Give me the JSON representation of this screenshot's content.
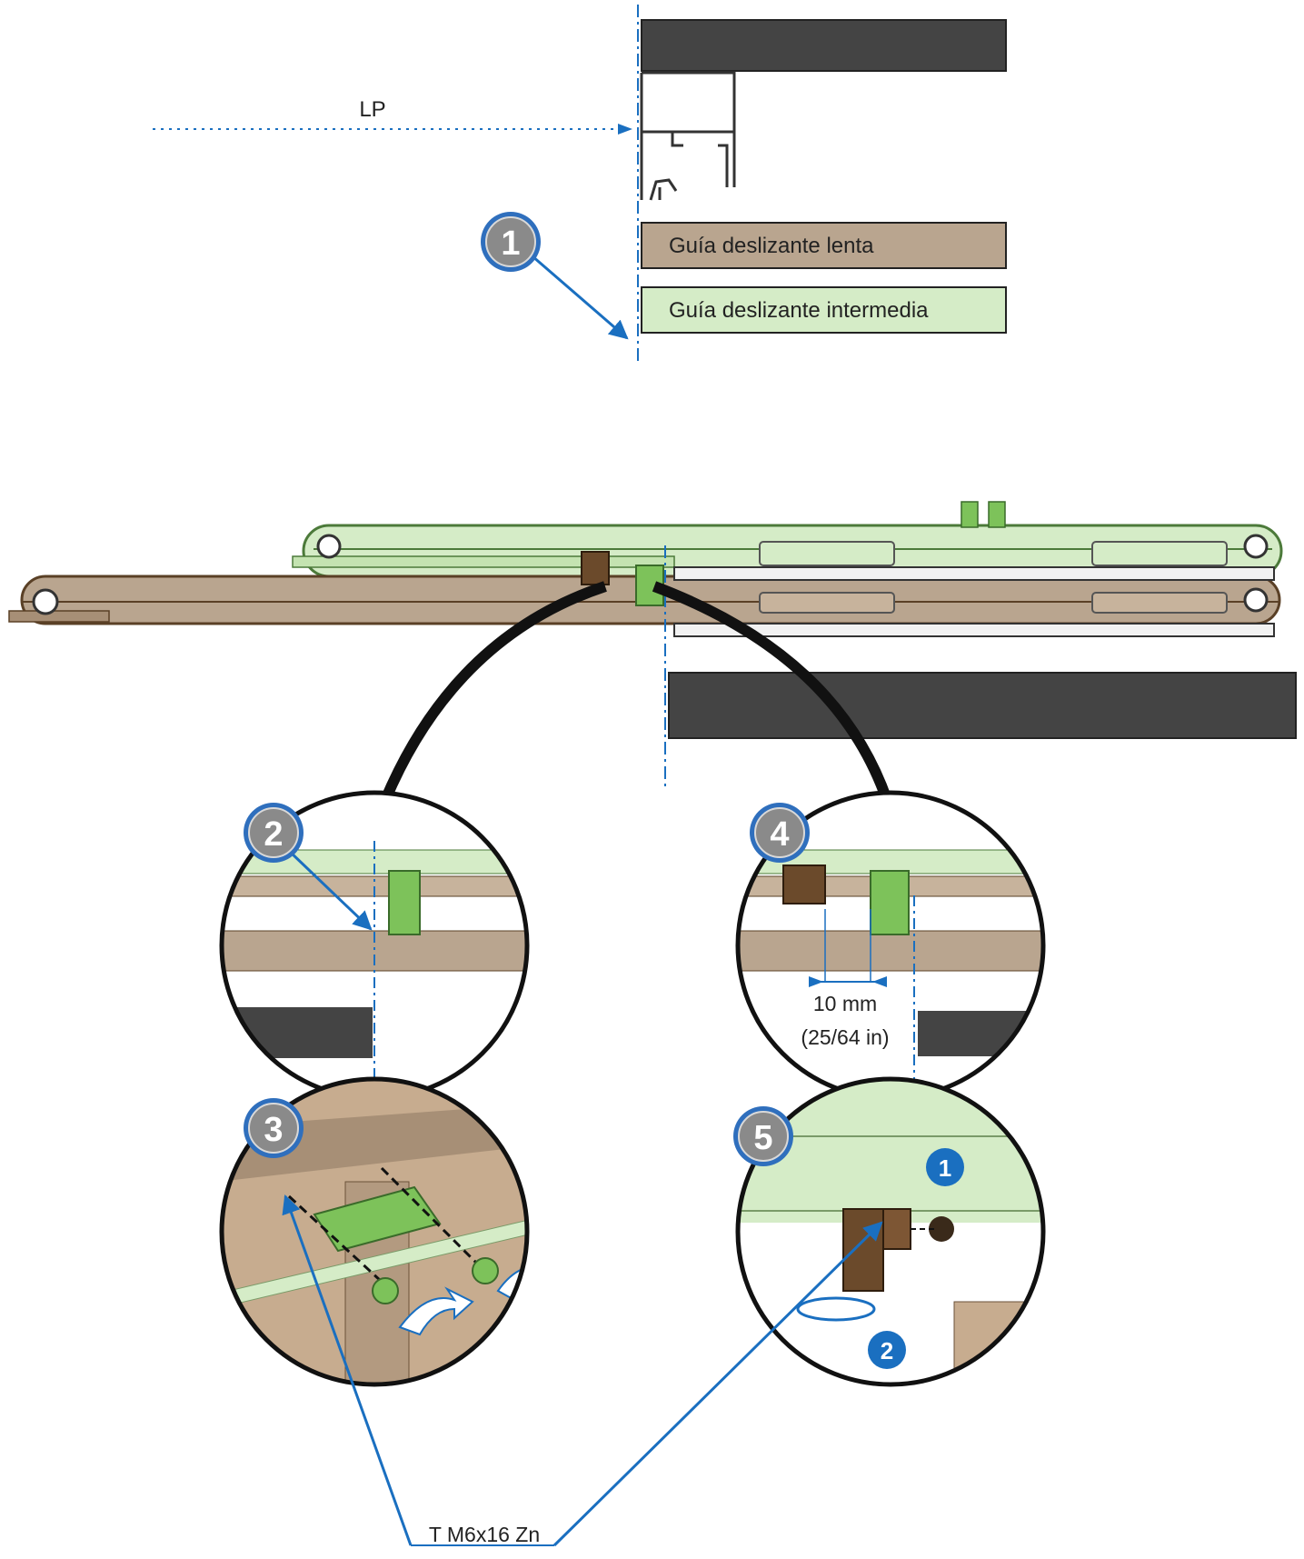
{
  "labels": {
    "lp": "LP",
    "slow_guide": "Guía deslizante lenta",
    "intermediate_guide": "Guía deslizante intermedia",
    "measure_mm": "10 mm",
    "measure_in": "(25/64 in)",
    "screw": "T M6x16 Zn"
  },
  "steps": [
    "1",
    "2",
    "3",
    "4",
    "5"
  ],
  "substeps": [
    "1",
    "2"
  ],
  "colors": {
    "dark_panel": "#444444",
    "slow_guide": "#b9a58f",
    "intermediate_guide": "#d5ecc7",
    "green_part": "#7dc25a",
    "brown_part": "#6b4a2b",
    "badge_fill": "#8a8a8a",
    "badge_ring": "#2f6fbd",
    "accent_blue": "#1a6fc0"
  }
}
